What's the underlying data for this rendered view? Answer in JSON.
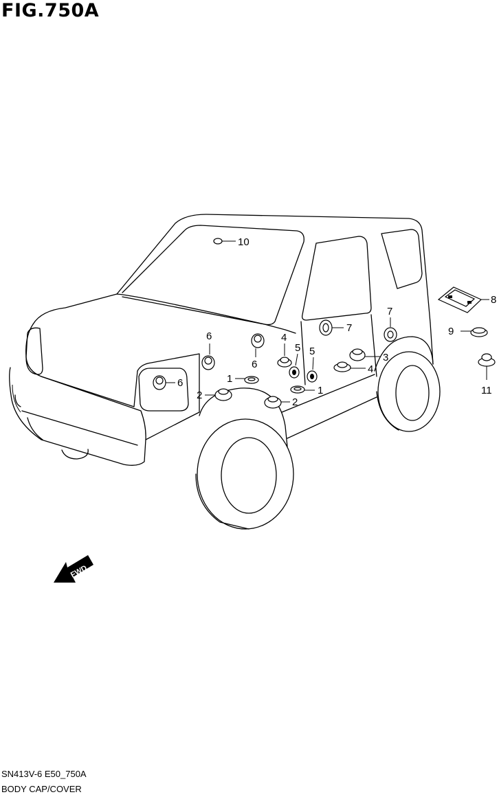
{
  "figure": {
    "title": "FIG.750A"
  },
  "footer": {
    "code": "SN413V-6 E50_750A",
    "description": "BODY CAP/COVER"
  },
  "fwd_arrow": {
    "label": "FWD"
  },
  "callouts": [
    {
      "label": "10"
    },
    {
      "label": "8"
    },
    {
      "label": "7"
    },
    {
      "label": "7"
    },
    {
      "label": "9"
    },
    {
      "label": "6"
    },
    {
      "label": "6"
    },
    {
      "label": "6"
    },
    {
      "label": "4"
    },
    {
      "label": "5"
    },
    {
      "label": "5"
    },
    {
      "label": "3"
    },
    {
      "label": "4"
    },
    {
      "label": "1"
    },
    {
      "label": "1"
    },
    {
      "label": "2"
    },
    {
      "label": "2"
    },
    {
      "label": "11"
    }
  ]
}
